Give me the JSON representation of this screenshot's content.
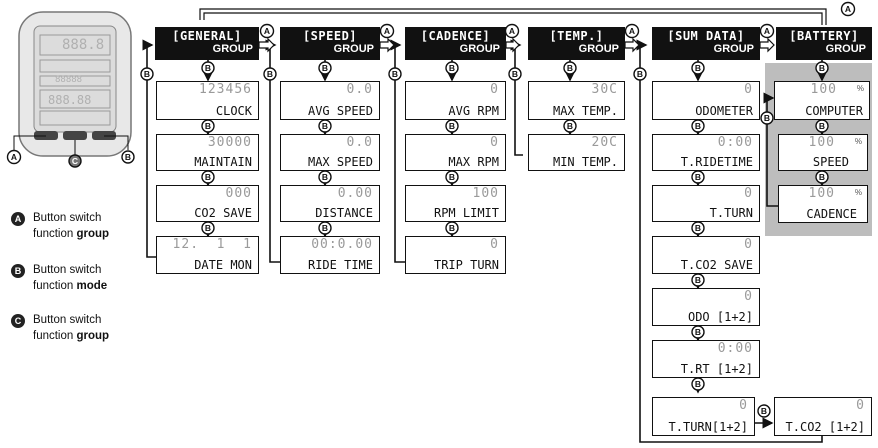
{
  "group_label": "GROUP",
  "markers": {
    "a": "A",
    "b": "B",
    "c": "C"
  },
  "groups": {
    "general": {
      "title": "[GENERAL]",
      "items": [
        {
          "value": "123456",
          "name": "CLOCK"
        },
        {
          "value": "30000",
          "name": "MAINTAIN"
        },
        {
          "value": "000",
          "name": "CO2 SAVE"
        },
        {
          "value": "12.  1  1",
          "name": "DATE MON"
        }
      ]
    },
    "speed": {
      "title": "[SPEED]",
      "items": [
        {
          "value": "0.0",
          "name": "AVG SPEED"
        },
        {
          "value": "0.0",
          "name": "MAX SPEED"
        },
        {
          "value": "0.00",
          "name": "DISTANCE"
        },
        {
          "value": "00:0.00",
          "name": "RIDE TIME"
        }
      ]
    },
    "cadence": {
      "title": "[CADENCE]",
      "items": [
        {
          "value": "0",
          "name": "AVG RPM"
        },
        {
          "value": "0",
          "name": "MAX RPM"
        },
        {
          "value": "100",
          "name": "RPM LIMIT"
        },
        {
          "value": "0",
          "name": "TRIP TURN"
        }
      ]
    },
    "temp": {
      "title": "[TEMP.]",
      "items": [
        {
          "value": "30C",
          "name": "MAX TEMP."
        },
        {
          "value": "20C",
          "name": "MIN TEMP."
        }
      ]
    },
    "sumdata": {
      "title": "[SUM DATA]",
      "items": [
        {
          "value": "0",
          "name": "ODOMETER"
        },
        {
          "value": "0:00",
          "name": "T.RIDETIME"
        },
        {
          "value": "0",
          "name": "T.TURN"
        },
        {
          "value": "0",
          "name": "T.CO2 SAVE"
        },
        {
          "value": "0",
          "name": "ODO [1+2]"
        },
        {
          "value": "0:00",
          "name": "T.RT [1+2]"
        },
        {
          "value": "0",
          "name": "T.TURN[1+2]"
        },
        {
          "value": "0",
          "name": "T.CO2 [1+2]"
        }
      ]
    },
    "battery": {
      "title": "[BATTERY]",
      "percent": "%",
      "items": [
        {
          "value": "100",
          "name": "COMPUTER"
        },
        {
          "value": "100",
          "name": "SPEED"
        },
        {
          "value": "100",
          "name": "CADENCE"
        }
      ]
    }
  },
  "legend": [
    {
      "marker": "A",
      "line1": "Button switch",
      "line2_plain": "function ",
      "line2_bold": "group"
    },
    {
      "marker": "B",
      "line1": "Button switch",
      "line2_plain": "function ",
      "line2_bold": "mode"
    },
    {
      "marker": "C",
      "line1": "Button switch",
      "line2_plain": "function ",
      "line2_bold": "group"
    }
  ],
  "device_display": {
    "top": "888.8",
    "middle": "88888",
    "bottom": "888.88"
  }
}
